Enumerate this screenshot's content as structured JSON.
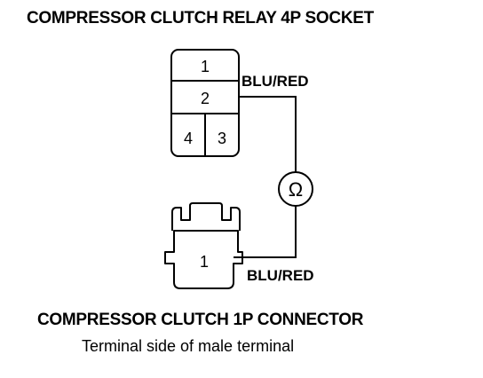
{
  "socket": {
    "title": "COMPRESSOR CLUTCH RELAY 4P SOCKET",
    "terminals": [
      "1",
      "2",
      "4",
      "3"
    ],
    "wire_label": "BLU/RED"
  },
  "meter": {
    "symbol": "Ω",
    "icon": "ohmmeter-icon"
  },
  "connector": {
    "title": "COMPRESSOR CLUTCH 1P CONNECTOR",
    "subtitle": "Terminal side of male terminal",
    "terminal": "1",
    "wire_label": "BLU/RED"
  }
}
